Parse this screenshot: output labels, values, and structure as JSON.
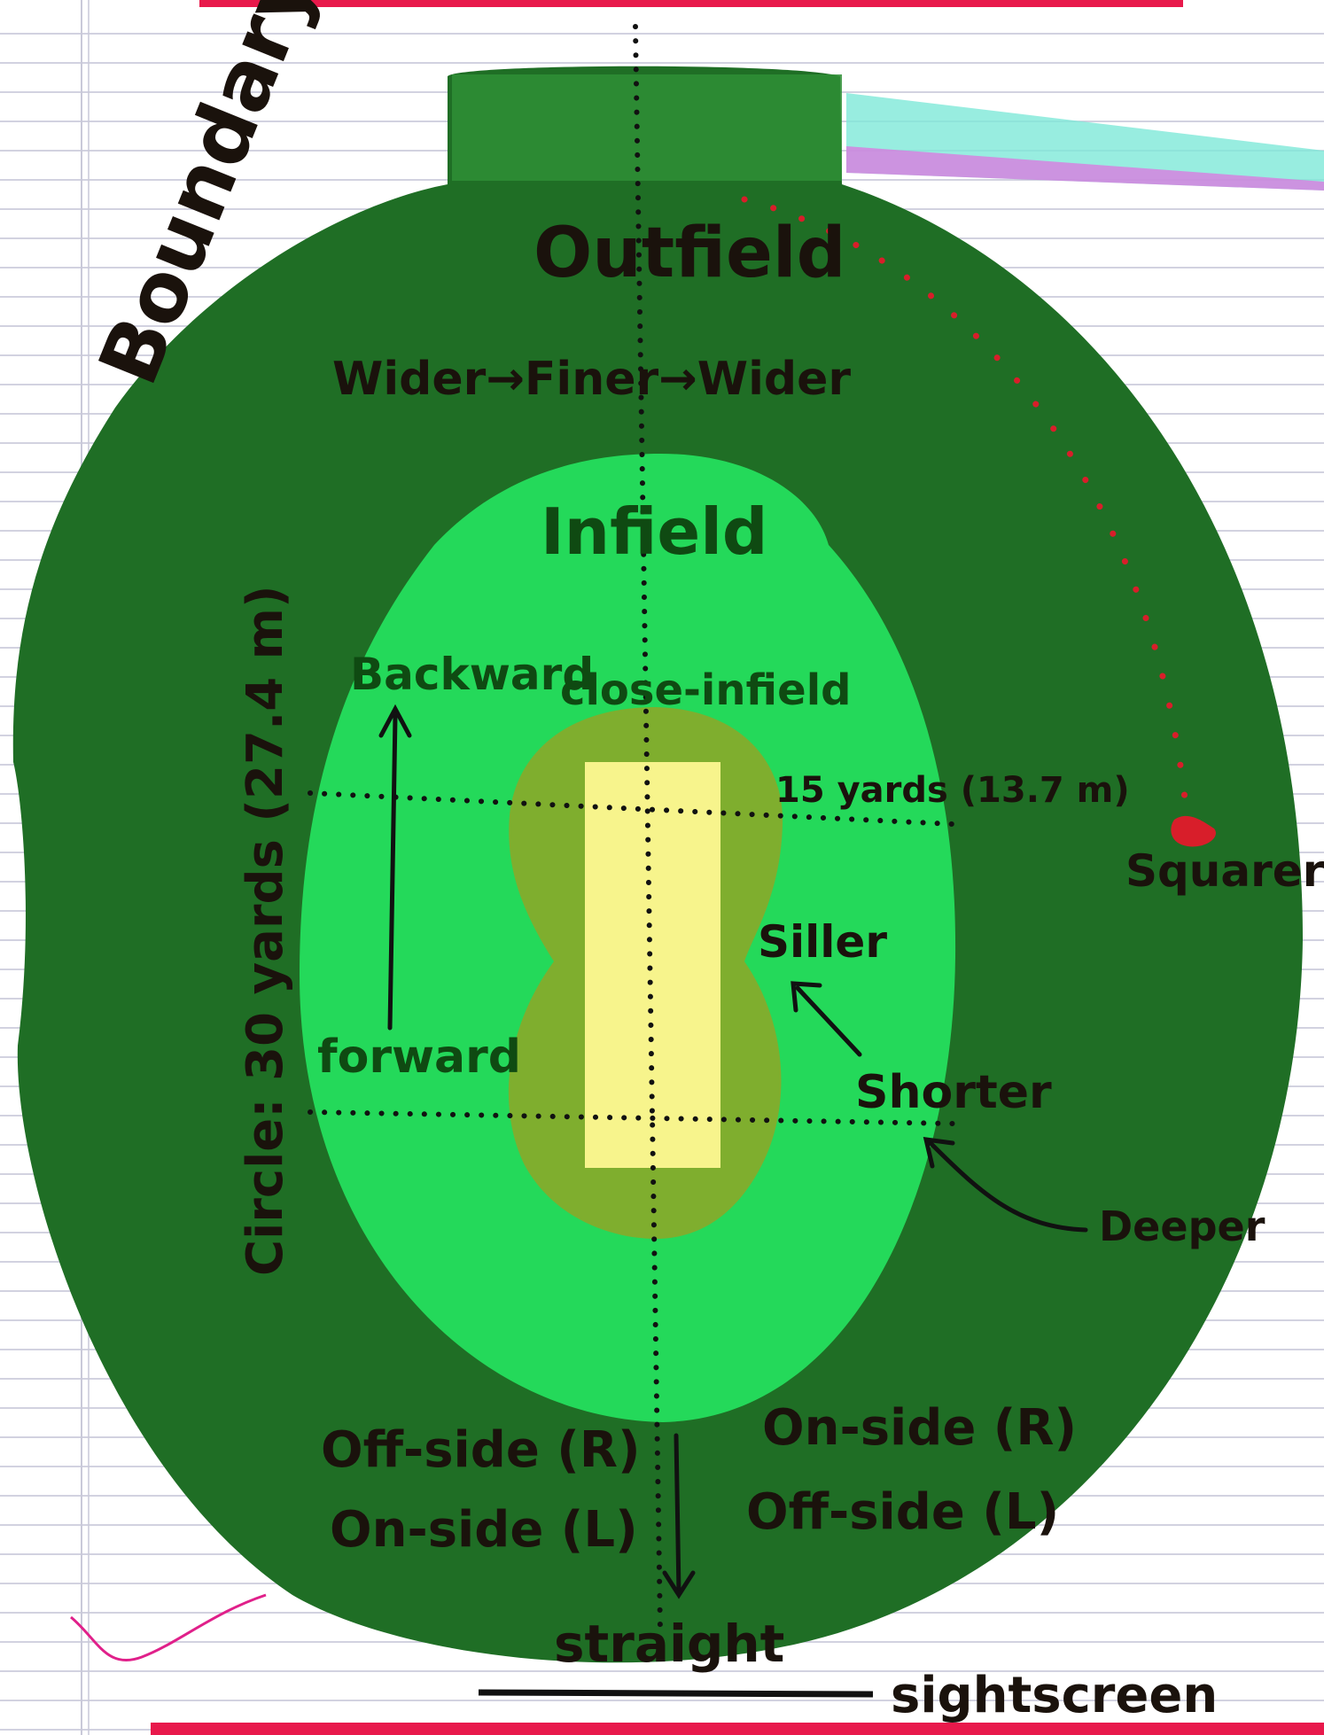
{
  "labels": {
    "boundary": "Boundary",
    "outfield": "Outfield",
    "direction_scale": "Wider→Finer→Wider",
    "infield": "Infield",
    "close_infield": "close-infield",
    "backward": "Backward",
    "forward": "forward",
    "distance_15": "15 yards (13.7 m)",
    "circle_30": "Circle: 30 yards (27.4 m)",
    "siller": "Siller",
    "shorter": "Shorter",
    "deeper": "Deeper",
    "squarer": "Squarer",
    "off_side_r": "Off-side (R)",
    "on_side_l": "On-side (L)",
    "on_side_r": "On-side (R)",
    "off_side_l": "Off-side (L)",
    "straight": "straight",
    "sightscreen": "sightscreen"
  },
  "colors": {
    "outfield": "#1f6e25",
    "infield": "#24d95a",
    "close_infield": "#7fae2e",
    "pitch": "#f7f48c",
    "ink": "#1a120c",
    "red_accent": "#d81e2a",
    "margin_line": "#e23b6d",
    "ruled_line": "#b7b7cc"
  }
}
